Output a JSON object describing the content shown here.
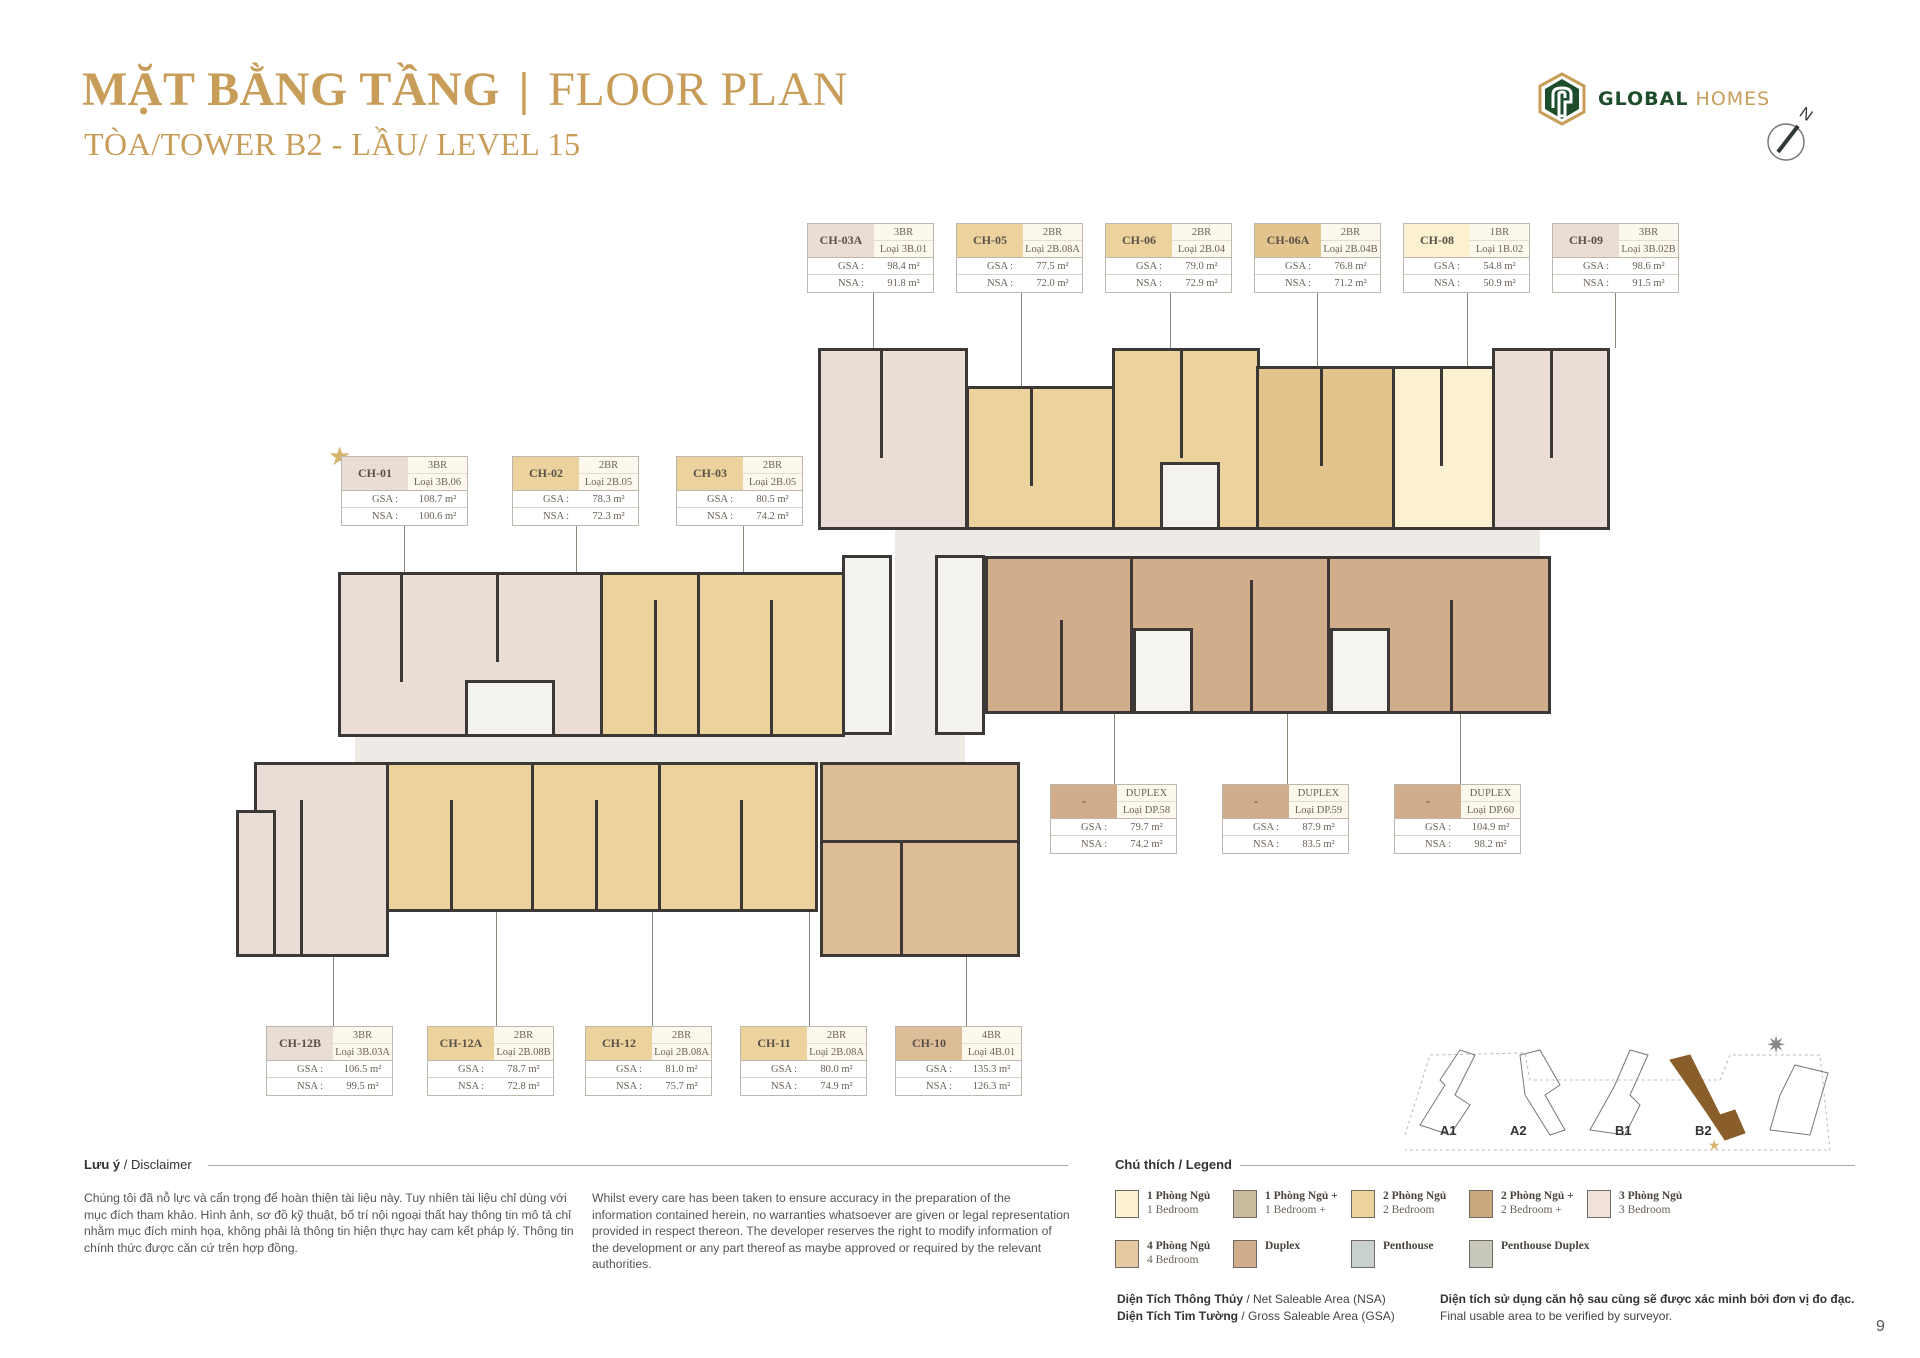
{
  "header": {
    "title_vn": "MẶT BẰNG TẦNG",
    "title_sep": "|",
    "title_en": "FLOOR PLAN",
    "subtitle": "TÒA/TOWER B2 - LẦU/ LEVEL 15"
  },
  "brand": {
    "name_bold": "GLOBAL",
    "name_light": "HOMES",
    "colors": {
      "green": "#1e4d2b",
      "gold": "#c89d5a"
    }
  },
  "compass": {
    "label": "N"
  },
  "labels": {
    "gsa": "GSA :",
    "nsa": "NSA :"
  },
  "units": [
    {
      "code": "CH-03A",
      "type": "3BR",
      "model": "Loại 3B.01",
      "gsa": "98.4 m²",
      "nsa": "91.8 m²",
      "color": "#eaddd6"
    },
    {
      "code": "CH-05",
      "type": "2BR",
      "model": "Loại 2B.08A",
      "gsa": "77.5 m²",
      "nsa": "72.0 m²",
      "color": "#ecd39e"
    },
    {
      "code": "CH-06",
      "type": "2BR",
      "model": "Loại 2B.04",
      "gsa": "79.0 m²",
      "nsa": "72.9 m²",
      "color": "#ecd39e"
    },
    {
      "code": "CH-06A",
      "type": "2BR",
      "model": "Loại 2B.04B",
      "gsa": "76.8 m²",
      "nsa": "71.2 m²",
      "color": "#e2c48c"
    },
    {
      "code": "CH-08",
      "type": "1BR",
      "model": "Loại 1B.02",
      "gsa": "54.8 m²",
      "nsa": "50.9 m²",
      "color": "#fbf0cf"
    },
    {
      "code": "CH-09",
      "type": "3BR",
      "model": "Loại 3B.02B",
      "gsa": "98.6 m²",
      "nsa": "91.5 m²",
      "color": "#eaddd6"
    },
    {
      "code": "CH-01",
      "type": "3BR",
      "model": "Loại 3B.06",
      "gsa": "108.7 m²",
      "nsa": "100.6 m²",
      "color": "#eaddd6"
    },
    {
      "code": "CH-02",
      "type": "2BR",
      "model": "Loại 2B.05",
      "gsa": "78.3 m²",
      "nsa": "72.3 m²",
      "color": "#ecd39e"
    },
    {
      "code": "CH-03",
      "type": "2BR",
      "model": "Loại 2B.05",
      "gsa": "80.5 m²",
      "nsa": "74.2 m²",
      "color": "#ecd39e"
    },
    {
      "code": "-",
      "type": "DUPLEX",
      "model": "Loại DP.58",
      "gsa": "79.7 m²",
      "nsa": "74.2 m²",
      "color": "#d1ad8b"
    },
    {
      "code": "-",
      "type": "DUPLEX",
      "model": "Loại DP.59",
      "gsa": "87.9 m²",
      "nsa": "83.5 m²",
      "color": "#d1ad8b"
    },
    {
      "code": "-",
      "type": "DUPLEX",
      "model": "Loại DP.60",
      "gsa": "104.9 m²",
      "nsa": "98.2 m²",
      "color": "#d1ad8b"
    },
    {
      "code": "CH-12B",
      "type": "3BR",
      "model": "Loại 3B.03A",
      "gsa": "106.5 m²",
      "nsa": "99.5 m²",
      "color": "#eaddd6"
    },
    {
      "code": "CH-12A",
      "type": "2BR",
      "model": "Loại 2B.08B",
      "gsa": "78.7 m²",
      "nsa": "72.8 m²",
      "color": "#ecd39e"
    },
    {
      "code": "CH-12",
      "type": "2BR",
      "model": "Loại 2B.08A",
      "gsa": "81.0 m²",
      "nsa": "75.7 m²",
      "color": "#ecd39e"
    },
    {
      "code": "CH-11",
      "type": "2BR",
      "model": "Loại 2B.08A",
      "gsa": "80.0 m²",
      "nsa": "74.9 m²",
      "color": "#ecd39e"
    },
    {
      "code": "CH-10",
      "type": "4BR",
      "model": "Loại 4B.01",
      "gsa": "135.3 m²",
      "nsa": "126.3 m²",
      "color": "#dcbd98"
    }
  ],
  "disclaimer": {
    "heading_bold": "Lưu ý",
    "heading_rest": " / Disclaimer",
    "text_vn": "Chúng tôi đã nỗ lực và cẩn trọng để hoàn thiện tài liệu này. Tuy nhiên tài liệu chỉ dùng với mục đích tham khảo. Hình ảnh, sơ đồ kỹ thuật, bố trí nội ngoại thất hay thông tin mô tả chỉ nhằm mục đích minh họa, không phải là thông tin hiện thực hay cam kết pháp lý. Thông tin chính thức được căn cứ trên hợp đồng.",
    "text_en": "Whilst every care has been taken to ensure accuracy in the preparation of the information contained herein, no warranties whatsoever are given or legal representation provided in respect thereon. The developer reserves the right to modify information of the development or any part thereof as maybe approved or required by the relevant authorities."
  },
  "legend": {
    "heading_bold": "Chú thích / Legend",
    "items": [
      {
        "vn": "1 Phòng Ngủ",
        "en": "1 Bedroom",
        "color": "#fbf0cf"
      },
      {
        "vn": "1 Phòng Ngủ +",
        "en": "1 Bedroom +",
        "color": "#c9bc9c"
      },
      {
        "vn": "2 Phòng Ngủ",
        "en": "2 Bedroom",
        "color": "#ecd39e"
      },
      {
        "vn": "2 Phòng Ngủ +",
        "en": "2 Bedroom +",
        "color": "#c9a87f"
      },
      {
        "vn": "3 Phòng Ngủ",
        "en": "3 Bedroom",
        "color": "#f1e2da"
      },
      {
        "vn": "4 Phòng Ngủ",
        "en": "4 Bedroom",
        "color": "#e6c9a2"
      },
      {
        "vn": "Duplex",
        "en": "",
        "color": "#d1ad8b"
      },
      {
        "vn": "Penthouse",
        "en": "",
        "color": "#c8d0d0"
      },
      {
        "vn": "Penthouse Duplex",
        "en": "",
        "color": "#c8c7bc"
      }
    ]
  },
  "area_notes": {
    "nsa_vn": "Diện Tích Thông Thủy",
    "nsa_en": " / Net Saleable Area (NSA)",
    "gsa_vn": "Diện Tích Tim Tường",
    "gsa_en": " / Gross Saleable Area (GSA)",
    "verify_vn": "Diện tích sử dụng căn hộ sau cùng sẽ được xác minh bởi đơn vị đo đạc.",
    "verify_en": "Final usable area to be verified by surveyor."
  },
  "keymap": {
    "towers": [
      "A1",
      "A2",
      "B1",
      "B2"
    ],
    "highlight": "B2",
    "highlight_color": "#8a5e2a"
  },
  "page_number": "9"
}
